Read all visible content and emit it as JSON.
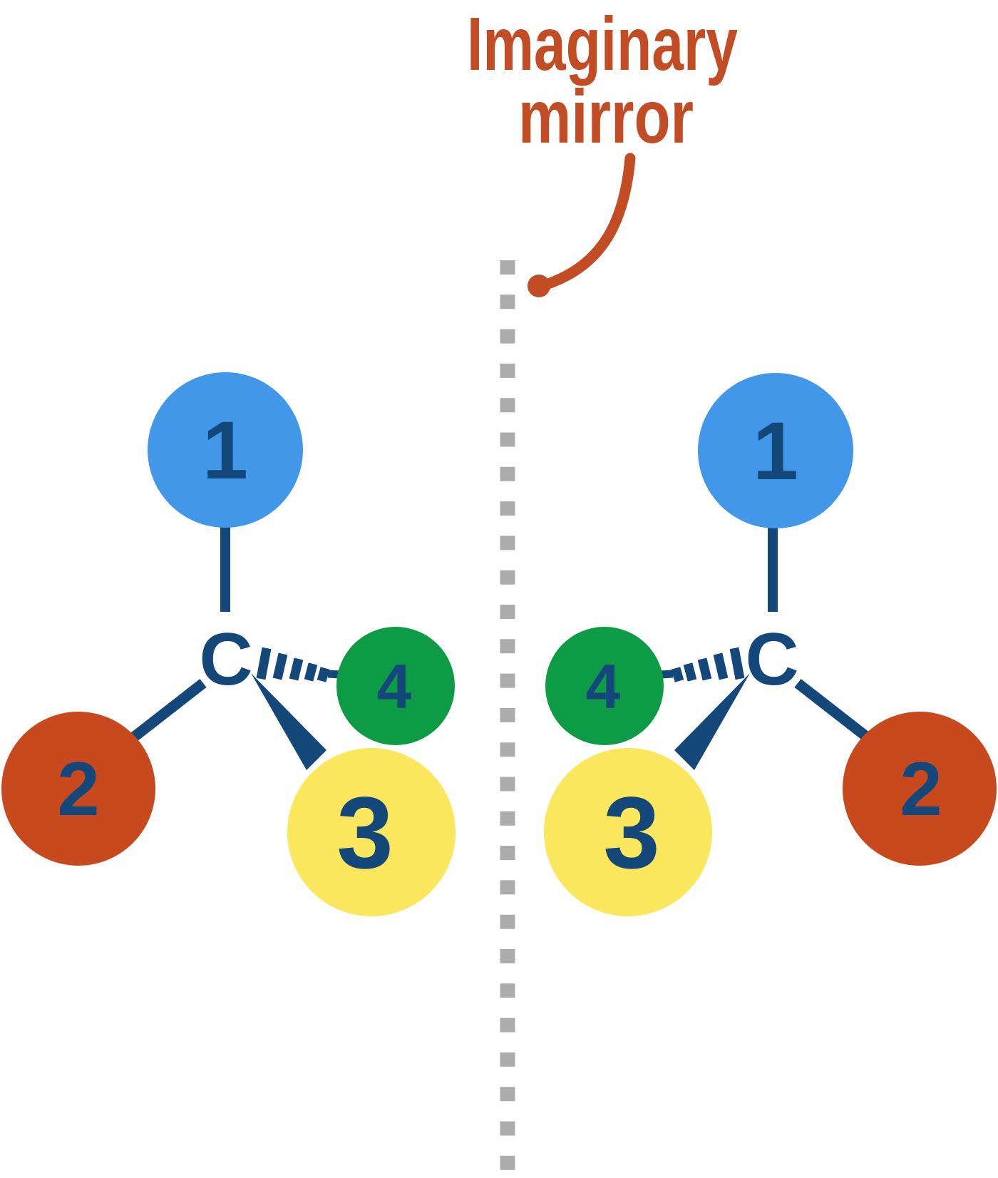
{
  "annotation": {
    "line1": "Imaginary",
    "line2": "mirror"
  },
  "left_molecule": {
    "center_atom": "C",
    "substituents": [
      {
        "label": "1",
        "color_name": "blue"
      },
      {
        "label": "2",
        "color_name": "red_orange"
      },
      {
        "label": "3",
        "color_name": "yellow"
      },
      {
        "label": "4",
        "color_name": "green"
      }
    ]
  },
  "right_molecule": {
    "center_atom": "C",
    "substituents": [
      {
        "label": "1",
        "color_name": "blue"
      },
      {
        "label": "2",
        "color_name": "red_orange"
      },
      {
        "label": "3",
        "color_name": "yellow"
      },
      {
        "label": "4",
        "color_name": "green"
      }
    ]
  },
  "colors": {
    "annotation_orange": "#C24C24",
    "red_orange": "#C8491E",
    "navy": "#15487A",
    "blue": "#4297E9",
    "green": "#0D9B45",
    "yellow": "#FAE75D",
    "mirror_gray": "#ACACAC"
  }
}
